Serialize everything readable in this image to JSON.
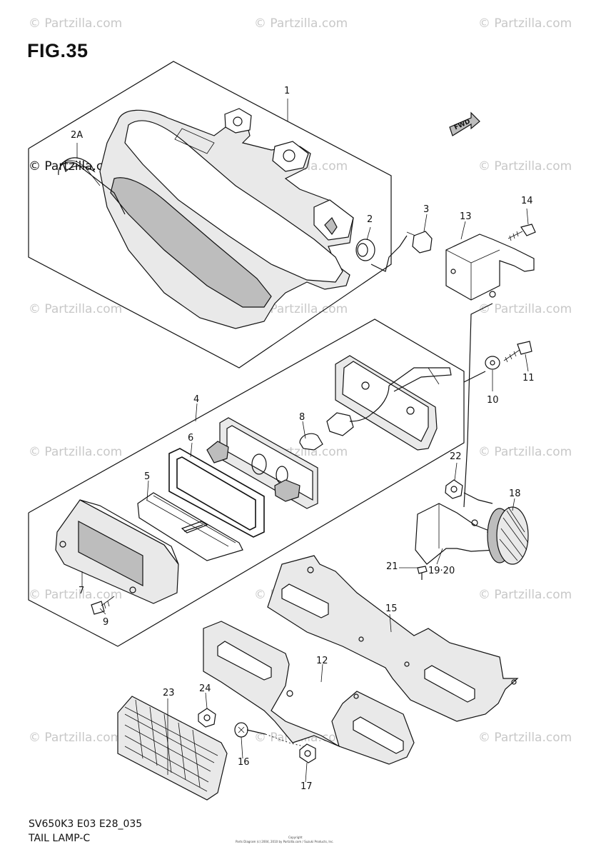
{
  "figure": {
    "title": "FIG.35",
    "model_code": "SV650K3 E03 E28_035",
    "section_name": "TAIL LAMP-C",
    "fwd_label": "FWD",
    "copyright_line1": "Copyright",
    "copyright_line2": "Parts Diagram (c) 2004, 2010 by Partzilla.com / Suzuki Products, Inc."
  },
  "watermark": {
    "text": "© Partzilla.com",
    "strong_text": "© Partzilla.com"
  },
  "callouts": [
    "1",
    "2A",
    "2",
    "3",
    "13",
    "14",
    "10",
    "11",
    "4",
    "8",
    "6",
    "5",
    "7",
    "9",
    "22",
    "18",
    "21",
    "19·20",
    "15",
    "12",
    "23",
    "24",
    "16",
    "17"
  ],
  "icons": [
    "fwd-arrow-icon"
  ]
}
